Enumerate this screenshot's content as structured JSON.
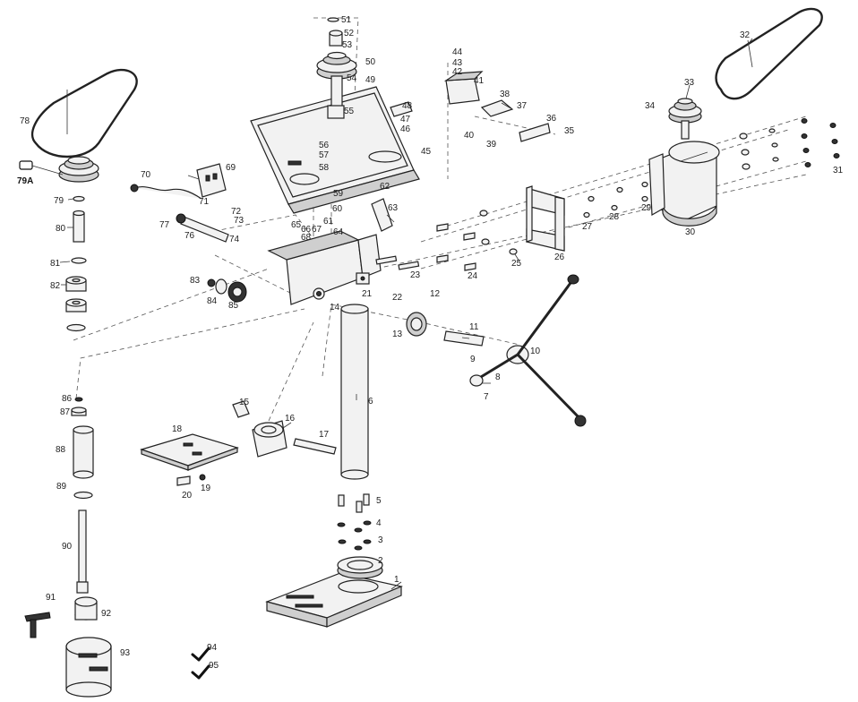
{
  "labels": {
    "p1": "1",
    "p2": "2",
    "p3": "3",
    "p4": "4",
    "p5": "5",
    "p6": "6",
    "p7": "7",
    "p8": "8",
    "p9": "9",
    "p10": "10",
    "p11": "11",
    "p12": "12",
    "p13": "13",
    "p14": "14",
    "p15": "15",
    "p16": "16",
    "p17": "17",
    "p18": "18",
    "p19": "19",
    "p20": "20",
    "p21": "21",
    "p22": "22",
    "p23": "23",
    "p24": "24",
    "p25": "25",
    "p26": "26",
    "p27": "27",
    "p28": "28",
    "p29": "29",
    "p30": "30",
    "p31": "31",
    "p32": "32",
    "p33": "33",
    "p34": "34",
    "p35": "35",
    "p36": "36",
    "p37": "37",
    "p38": "38",
    "p39": "39",
    "p40": "40",
    "p41": "41",
    "p42": "42",
    "p43": "43",
    "p44": "44",
    "p45": "45",
    "p46": "46",
    "p47": "47",
    "p48": "48",
    "p49": "49",
    "p50": "50",
    "p51": "51",
    "p52": "52",
    "p53": "53",
    "p54": "54",
    "p55": "55",
    "p56": "56",
    "p57": "57",
    "p58": "58",
    "p59": "59",
    "p60": "60",
    "p61": "61",
    "p62": "62",
    "p63": "63",
    "p64": "64",
    "p65": "65",
    "p66": "66",
    "p67": "67",
    "p68": "68",
    "p69": "69",
    "p70": "70",
    "p71": "71",
    "p72": "72",
    "p73": "73",
    "p74": "74",
    "p76": "76",
    "p77": "77",
    "p78": "78",
    "p79": "79",
    "p79a": "79A",
    "p80": "80",
    "p81": "81",
    "p82": "82",
    "p83": "83",
    "p84": "84",
    "p85": "85",
    "p86": "86",
    "p87": "87",
    "p88": "88",
    "p89": "89",
    "p90": "90",
    "p91": "91",
    "p92": "92",
    "p93": "93",
    "p94": "94",
    "p95": "95"
  },
  "icons": {
    "included_mark": "checkmark-icon"
  }
}
